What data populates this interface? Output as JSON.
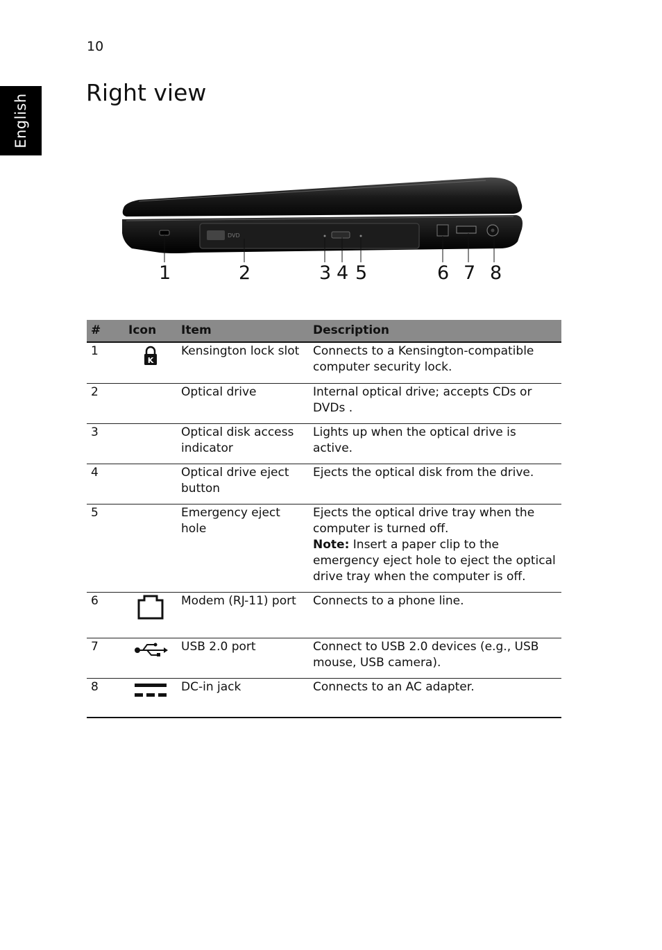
{
  "page": {
    "number": "10",
    "side_tab": "English",
    "title": "Right view"
  },
  "figure": {
    "callouts": [
      "1",
      "2",
      "3",
      "4",
      "5",
      "6",
      "7",
      "8"
    ]
  },
  "table": {
    "headers": [
      "#",
      "Icon",
      "Item",
      "Description"
    ],
    "rows": [
      {
        "num": "1",
        "icon": "kensington-lock-icon",
        "item": "Kensington lock slot",
        "description": "Connects to a Kensington-compatible computer security lock."
      },
      {
        "num": "2",
        "icon": "",
        "item": "Optical drive",
        "description": "Internal optical drive; accepts CDs or DVDs ."
      },
      {
        "num": "3",
        "icon": "",
        "item": "Optical disk access indicator",
        "description": "Lights up when the optical drive is active."
      },
      {
        "num": "4",
        "icon": "",
        "item": "Optical drive eject button",
        "description": "Ejects the optical disk from the drive."
      },
      {
        "num": "5",
        "icon": "",
        "item": "Emergency eject hole",
        "description": "Ejects the optical drive tray when the computer is turned off.",
        "note_label": "Note:",
        "note_text": " Insert a paper clip to the emergency eject hole to eject the optical drive tray when the computer is off."
      },
      {
        "num": "6",
        "icon": "modem-port-icon",
        "item": "Modem (RJ-11) port",
        "description": "Connects to a phone line."
      },
      {
        "num": "7",
        "icon": "usb-icon",
        "item": "USB 2.0 port",
        "description": "Connect to USB 2.0 devices (e.g., USB mouse, USB camera)."
      },
      {
        "num": "8",
        "icon": "dc-in-icon",
        "item": "DC-in jack",
        "description": "Connects to an AC adapter."
      }
    ]
  }
}
